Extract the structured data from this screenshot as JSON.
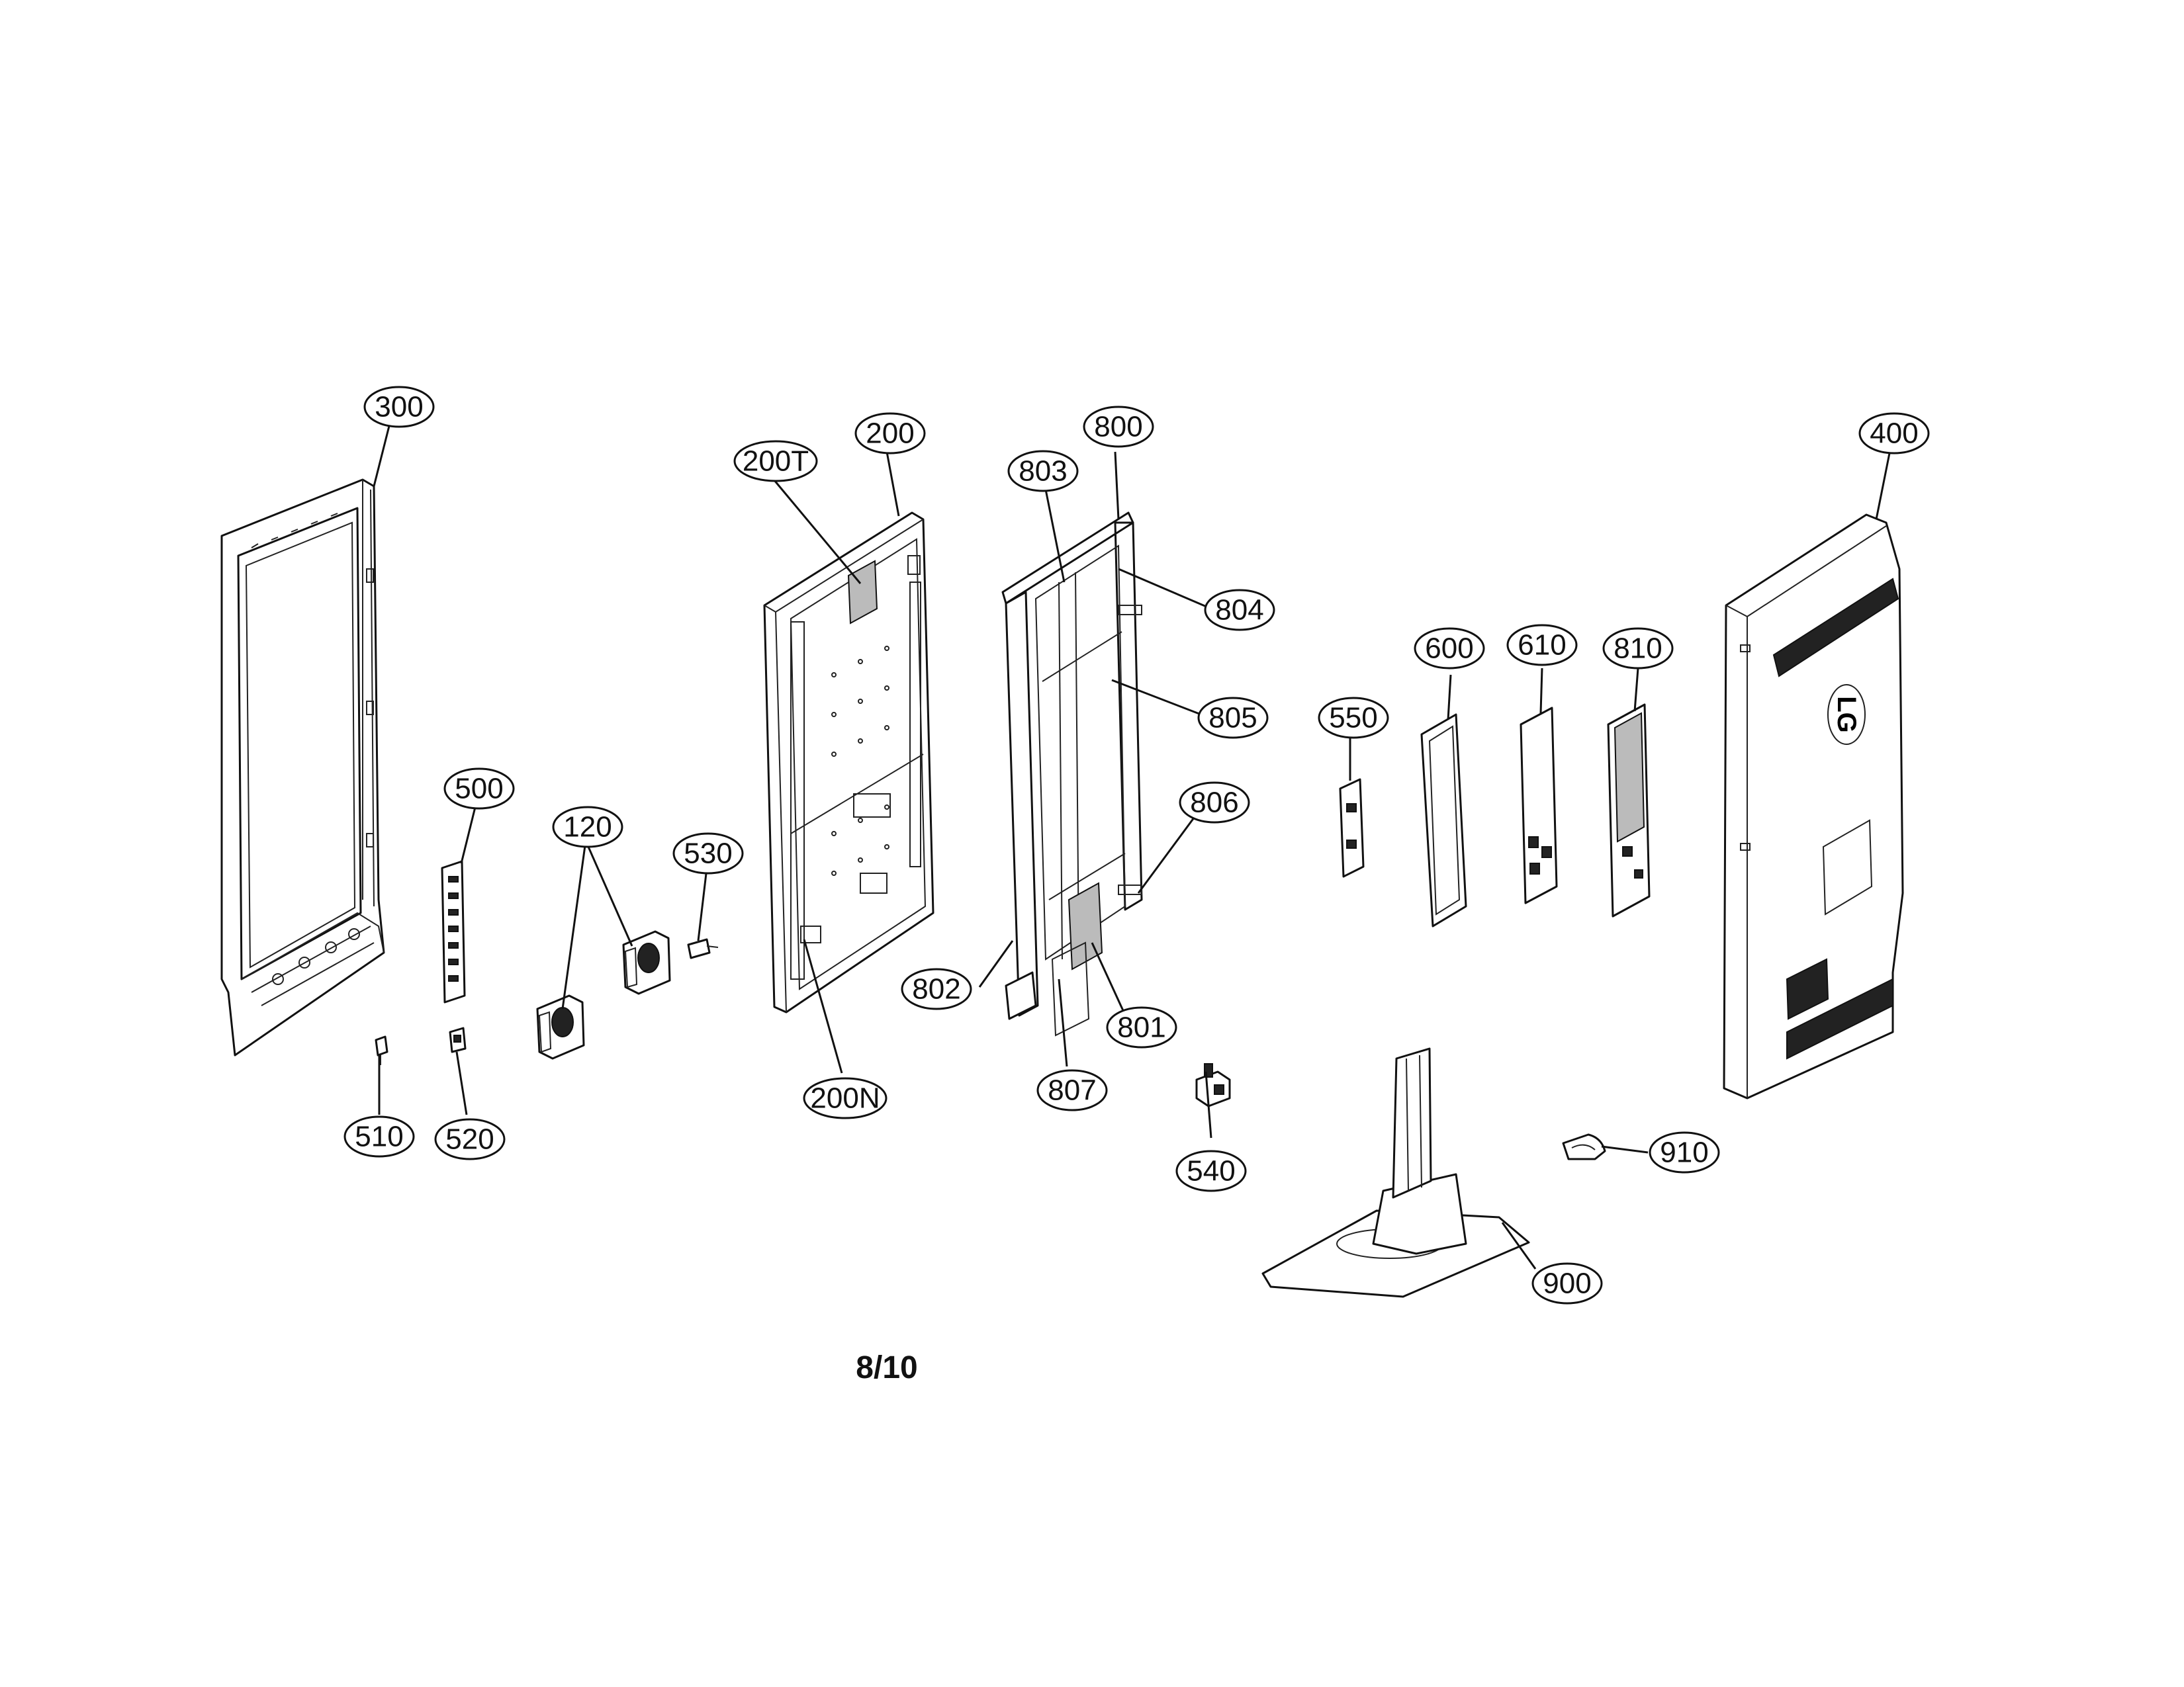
{
  "title": "",
  "page_number": "8/10",
  "callouts": {
    "c300": "300",
    "c500": "500",
    "c120": "120",
    "c530": "530",
    "c510": "510",
    "c520": "520",
    "c200T": "200T",
    "c200": "200",
    "c200N": "200N",
    "c800": "800",
    "c803": "803",
    "c804": "804",
    "c805": "805",
    "c806": "806",
    "c802": "802",
    "c801": "801",
    "c807": "807",
    "c540": "540",
    "c550": "550",
    "c600": "600",
    "c610": "610",
    "c810": "810",
    "c400": "400",
    "c910": "910",
    "c900": "900"
  },
  "logo_text": "LG"
}
